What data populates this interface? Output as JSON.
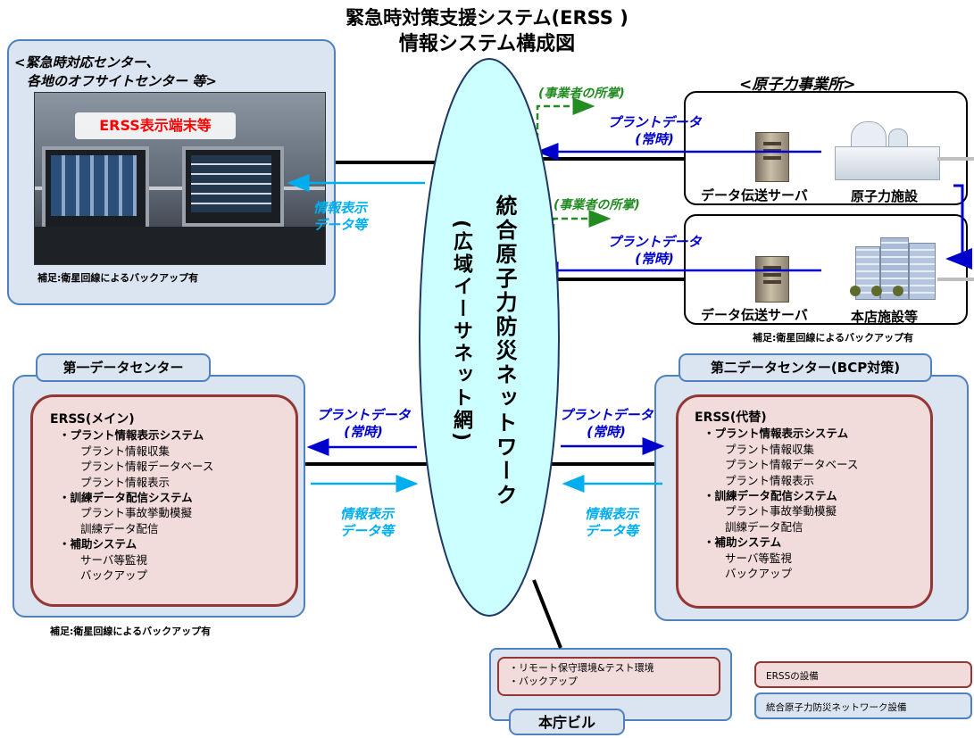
{
  "title": {
    "line1": "緊急時対策支援システム(ERSS )",
    "line2": "情報システム構成図"
  },
  "network": {
    "main": "統合原子力防災ネットワーク",
    "sub": "(広域イーサネット網)"
  },
  "offsite": {
    "title_line1": "<緊急時対応センター、",
    "title_line2": "各地のオフサイトセンター 等>",
    "photo_label": "ERSS表示端末等",
    "note": "補足:衛星回線によるバックアップ有"
  },
  "site": {
    "title": "<原子力事業所>",
    "jurisdiction1": "(事業者の所掌)",
    "jurisdiction2": "(事業者の所掌)",
    "server1": "データ伝送サーバ",
    "facility1": "原子力施設",
    "server2": "データ伝送サーバ",
    "facility2": "本店施設等",
    "note": "補足:衛星回線によるバックアップ有"
  },
  "flows": {
    "plant_data_1": "プラントデータ",
    "always_1": "(常時)",
    "plant_data_2": "プラントデータ",
    "always_2": "(常時)",
    "plant_data_3": "プラントデータ",
    "always_3": "(常時)",
    "plant_data_4": "プラントデータ",
    "always_4": "(常時)",
    "info_display_1": "情報表示",
    "data_etc_1": "データ等",
    "info_display_2": "情報表示",
    "data_etc_2": "データ等",
    "info_display_3": "情報表示",
    "data_etc_3": "データ等"
  },
  "dc1": {
    "tab": "第一データセンター",
    "heading": "ERSS(メイン)",
    "sys1": "・プラント情報表示システム",
    "sys1_items": [
      "プラント情報収集",
      "プラント情報データベース",
      "プラント情報表示"
    ],
    "sys2": "・訓練データ配信システム",
    "sys2_items": [
      "プラント事故挙動模擬",
      "訓練データ配信"
    ],
    "sys3": "・補助システム",
    "sys3_items": [
      "サーバ等監視",
      "バックアップ"
    ],
    "note": "補足:衛星回線によるバックアップ有"
  },
  "dc2": {
    "tab": "第二データセンター(BCP対策)",
    "heading": "ERSS(代替)",
    "sys1": "・プラント情報表示システム",
    "sys1_items": [
      "プラント情報収集",
      "プラント情報データベース",
      "プラント情報表示"
    ],
    "sys2": "・訓練データ配信システム",
    "sys2_items": [
      "プラント事故挙動模擬",
      "訓練データ配信"
    ],
    "sys3": "・補助システム",
    "sys3_items": [
      "サーバ等監視",
      "バックアップ"
    ]
  },
  "agency": {
    "item1": "・リモート保守環境&テスト環境",
    "item2": "・バックアップ",
    "tab": "本庁ビル"
  },
  "legend": {
    "erss": "ERSSの設備",
    "network": "統合原子力防災ネットワーク設備"
  },
  "colors": {
    "network_fill": "#ccffff",
    "network_border": "#1f3864",
    "erss_fill": "#f2dcdb",
    "erss_border": "#943634",
    "panel_fill": "#dbe5f1",
    "panel_border": "#4f81bd",
    "plant_data_arrow": "#0000cc",
    "info_arrow": "#00aeef",
    "jurisdiction": "#228b22",
    "photo_label": "#ff0000"
  }
}
